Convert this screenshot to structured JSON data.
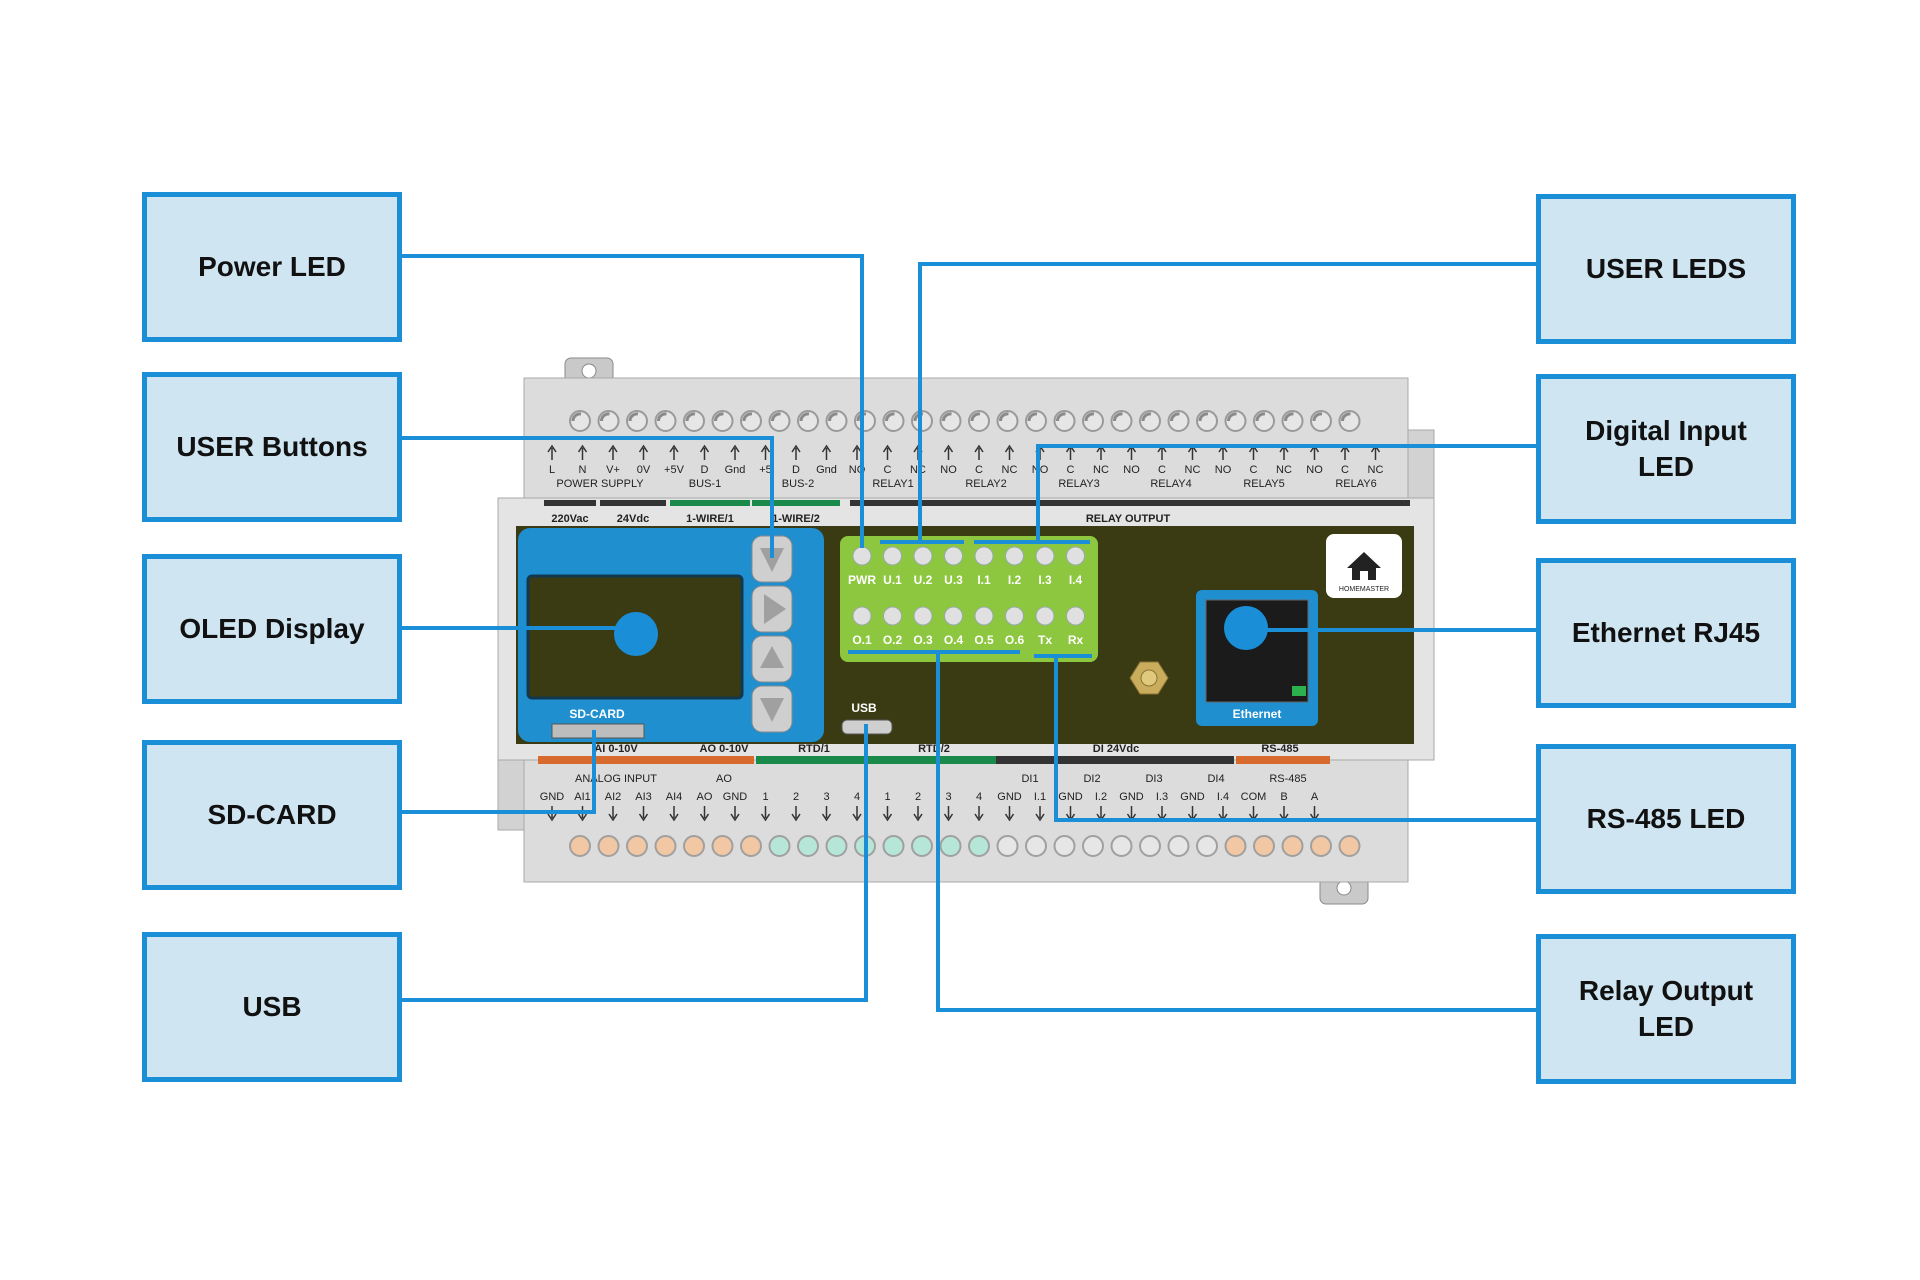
{
  "callouts": {
    "power_led": "Power LED",
    "user_buttons": "USER Buttons",
    "oled_display": "OLED Display",
    "sd_card": "SD-CARD",
    "usb": "USB",
    "user_leds": "USER LEDS",
    "digital_input_led": "Digital Input LED",
    "ethernet_rj45": "Ethernet RJ45",
    "rs485_led": "RS-485 LED",
    "relay_output_led": "Relay Output LED"
  },
  "device": {
    "top_terminals": [
      "L",
      "N",
      "V+",
      "0V",
      "+5V",
      "D",
      "Gnd",
      "+5",
      "D",
      "Gnd",
      "NO",
      "C",
      "NC",
      "NO",
      "C",
      "NC",
      "NO",
      "C",
      "NC",
      "NO",
      "C",
      "NC",
      "NO",
      "C",
      "NC",
      "NO",
      "C",
      "NC"
    ],
    "top_groups": [
      "POWER SUPPLY",
      "BUS-1",
      "BUS-2",
      "RELAY1",
      "RELAY2",
      "RELAY3",
      "RELAY4",
      "RELAY5",
      "RELAY6"
    ],
    "top_strip": [
      "220Vac",
      "24Vdc",
      "1-WIRE/1",
      "1-WIRE/2",
      "RELAY OUTPUT"
    ],
    "led_top": [
      "PWR",
      "U.1",
      "U.2",
      "U.3",
      "I.1",
      "I.2",
      "I.3",
      "I.4"
    ],
    "led_bottom": [
      "O.1",
      "O.2",
      "O.3",
      "O.4",
      "O.5",
      "O.6",
      "Tx",
      "Rx"
    ],
    "sd_card_label": "SD-CARD",
    "usb_label": "USB",
    "ethernet_label": "Ethernet",
    "brand": "HOMEMASTER",
    "bottom_strip": [
      "AI 0-10V",
      "AO 0-10V",
      "RTD/1",
      "RTD/2",
      "DI 24Vdc",
      "RS-485"
    ],
    "bottom_groups": [
      "ANALOG INPUT",
      "AO",
      "DI1",
      "DI2",
      "DI3",
      "DI4",
      "RS-485"
    ],
    "bottom_terminals": [
      "GND",
      "AI1",
      "AI2",
      "AI3",
      "AI4",
      "AO",
      "GND",
      "1",
      "2",
      "3",
      "4",
      "1",
      "2",
      "3",
      "4",
      "GND",
      "I.1",
      "GND",
      "I.2",
      "GND",
      "I.3",
      "GND",
      "I.4",
      "COM",
      "B",
      "A"
    ]
  },
  "colors": {
    "accent": "#1a8fd8",
    "callout_fill": "#cfe5f2",
    "led_panel": "#8dc63f",
    "face": "#3a3b12",
    "blue_panel": "#1f8fd0"
  }
}
